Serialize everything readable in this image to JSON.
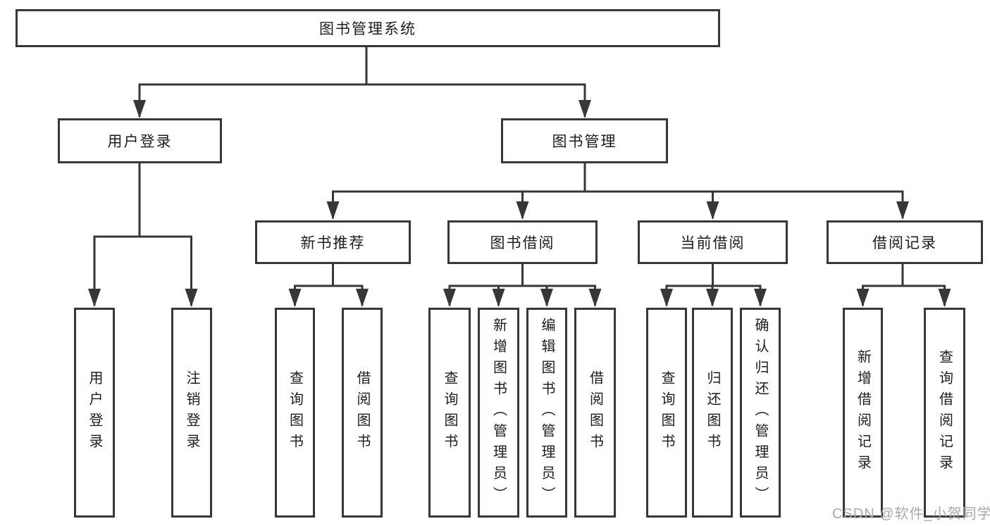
{
  "tree": {
    "root": {
      "label": "图书管理系统",
      "children": [
        {
          "label": "用户登录",
          "children": [
            {
              "label": "用户登录"
            },
            {
              "label": "注销登录"
            }
          ]
        },
        {
          "label": "图书管理",
          "children": [
            {
              "label": "新书推荐",
              "children": [
                {
                  "label": "查询图书"
                },
                {
                  "label": "借阅图书"
                }
              ]
            },
            {
              "label": "图书借阅",
              "children": [
                {
                  "label": "查询图书"
                },
                {
                  "label": "新增图书（管理员）"
                },
                {
                  "label": "编辑图书（管理员）"
                },
                {
                  "label": "借阅图书"
                }
              ]
            },
            {
              "label": "当前借阅",
              "children": [
                {
                  "label": "查询图书"
                },
                {
                  "label": "归还图书"
                },
                {
                  "label": "确认归还（管理员）"
                }
              ]
            },
            {
              "label": "借阅记录",
              "children": [
                {
                  "label": "新增借阅记录"
                },
                {
                  "label": "查询借阅记录"
                }
              ]
            }
          ]
        }
      ]
    }
  },
  "watermark": {
    "text": "CSDN @软件_小贺同学"
  },
  "colors": {
    "line": "#373737",
    "text": "#1d1d1d",
    "background": "#ffffff",
    "watermark": "#a6a9ae"
  }
}
